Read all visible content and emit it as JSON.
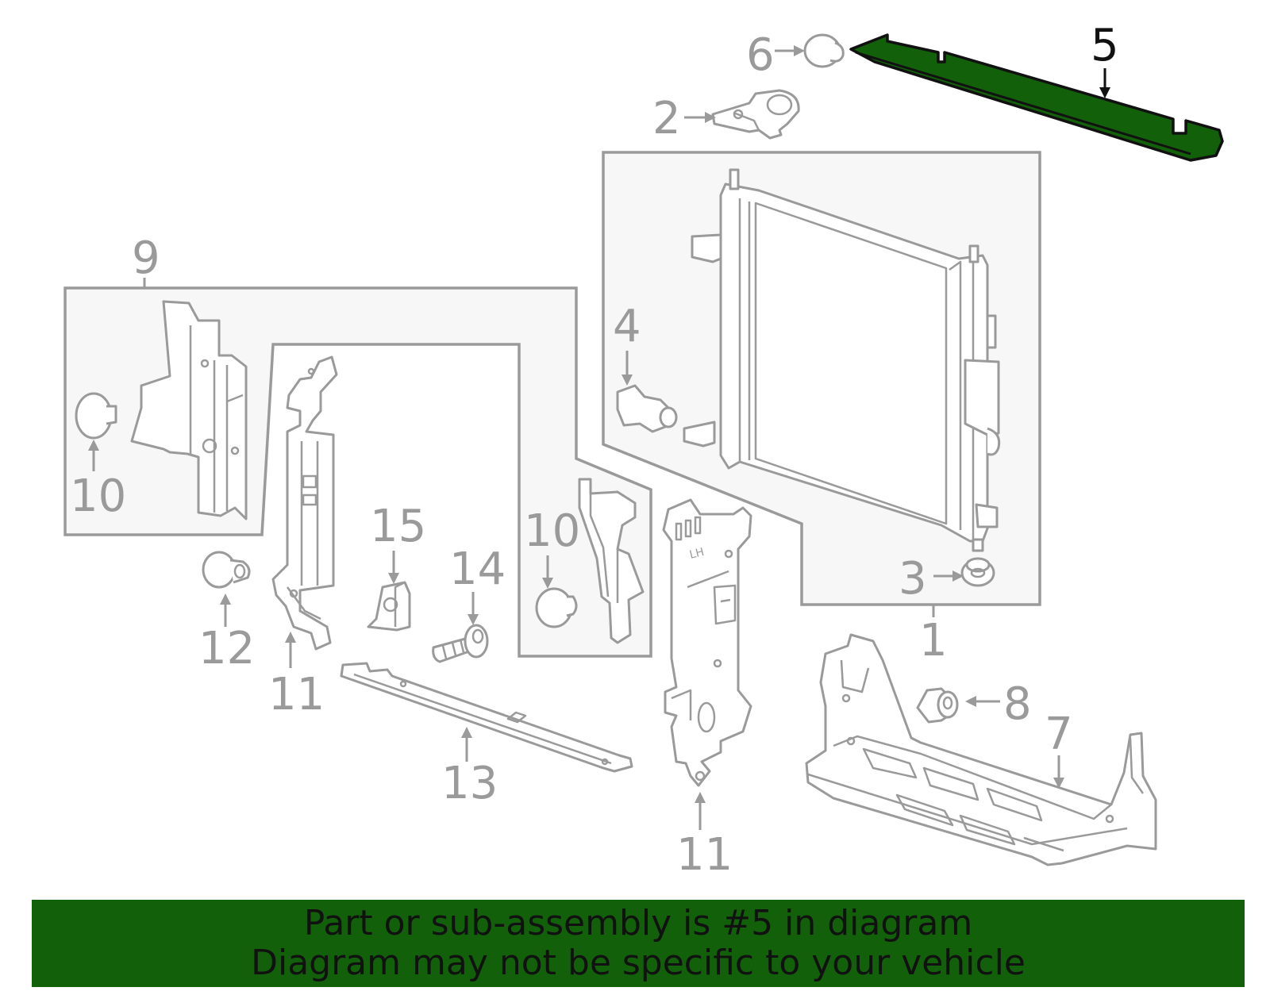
{
  "diagram": {
    "highlight_color": "#13600b",
    "callouts": {
      "c1": "1",
      "c2": "2",
      "c3": "3",
      "c4": "4",
      "c5": "5",
      "c6": "6",
      "c7": "7",
      "c8": "8",
      "c9": "9",
      "c10a": "10",
      "c10b": "10",
      "c11a": "11",
      "c11b": "11",
      "c12": "12",
      "c13": "13",
      "c14": "14",
      "c15": "15"
    },
    "engraving": "LH"
  },
  "banner": {
    "background": "#13600b",
    "line1": "Part or sub-assembly is #5 in diagram",
    "line2": "Diagram may not be specific to your vehicle"
  }
}
